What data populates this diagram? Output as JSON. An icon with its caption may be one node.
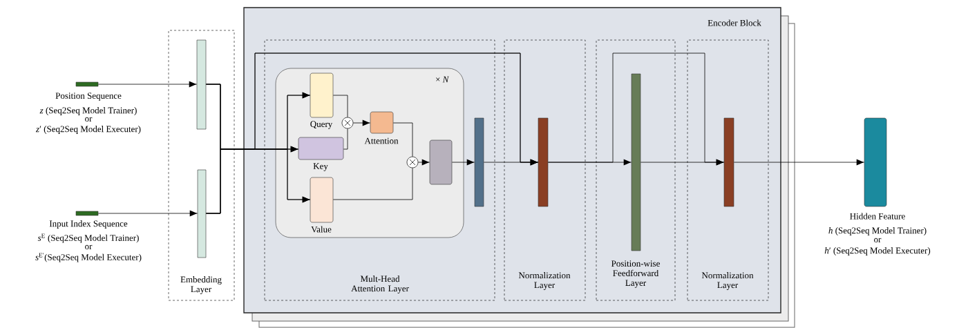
{
  "diagram": {
    "nodes": [
      {
        "text": [
          "Position Sequence",
          "*z* (Seq2Seq Model Trainer)",
          "or",
          "*z*′ (Seq2Seq Model Executer)"
        ]
      },
      {
        "text": [
          "Input Index Sequence",
          "*s*$^{E}$ (Seq2Seq Model Trainer)",
          "or",
          "*s*$^{E′}$(Seq2Seq Model Executer)"
        ]
      },
      {
        "text": [
          "Embedding Layer"
        ]
      },
      {
        "text": [],
        "shape": "bar",
        "in": 2
      },
      {
        "text": [],
        "shape": "bar",
        "in": 2
      },
      {
        "text": [
          "Encoder Block"
        ]
      },
      {
        "text": [
          "Mult-Head Attention Layer"
        ],
        "in": 5
      },
      {
        "text": [
          "× *N*"
        ],
        "in": 6
      },
      {
        "text": [
          "Query"
        ],
        "in": 7
      },
      {
        "text": [
          "Key"
        ],
        "in": 7
      },
      {
        "text": [
          "Value"
        ],
        "in": 7
      },
      {
        "text": [],
        "shape": "circle",
        "in": 7
      },
      {
        "text": [
          "Attention"
        ],
        "in": 7
      },
      {
        "text": [],
        "shape": "circle",
        "in": 7
      },
      {
        "text": [],
        "shape": "box",
        "in": 7
      },
      {
        "text": [],
        "shape": "bar",
        "in": 6
      },
      {
        "text": [
          "Normalization Layer"
        ],
        "in": 5
      },
      {
        "text": [],
        "shape": "bar",
        "in": 16
      },
      {
        "text": [
          "Position-wise Feedforward Layer"
        ],
        "in": 5
      },
      {
        "text": [],
        "shape": "bar",
        "in": 18
      },
      {
        "text": [
          "Normalization Layer"
        ],
        "in": 5
      },
      {
        "text": [],
        "shape": "bar",
        "in": 20
      },
      {
        "text": [
          "Hidden Feature",
          "*h* (Seq2Seq Model Trainer)",
          "or",
          "*h*′ (Seq2Seq Model Executer)"
        ]
      }
    ],
    "edges": [
      {
        "from": 0,
        "to": 3,
        "arrow": "to"
      },
      {
        "from": 1,
        "to": 4,
        "arrow": "to"
      },
      {
        "from": 3,
        "to": 9,
        "arrow": "to"
      },
      {
        "from": 4,
        "to": 9,
        "arrow": "to"
      },
      {
        "from": 3,
        "to": 8,
        "arrow": "to"
      },
      {
        "from": 4,
        "to": 8,
        "arrow": "to"
      },
      {
        "from": 3,
        "to": 10,
        "arrow": "to"
      },
      {
        "from": 4,
        "to": 10,
        "arrow": "to"
      },
      {
        "from": 3,
        "to": 17,
        "arrow": "to"
      },
      {
        "from": 4,
        "to": 17,
        "arrow": "to"
      },
      {
        "from": 8,
        "to": 11,
        "arrow": "none"
      },
      {
        "from": 9,
        "to": 11,
        "arrow": "none"
      },
      {
        "from": 11,
        "to": 12,
        "arrow": "to"
      },
      {
        "from": 12,
        "to": 13,
        "arrow": "none"
      },
      {
        "from": 10,
        "to": 13,
        "arrow": "none"
      },
      {
        "from": 13,
        "to": 14,
        "arrow": "to"
      },
      {
        "from": 14,
        "to": 15,
        "arrow": "to"
      },
      {
        "from": 15,
        "to": 17,
        "arrow": "to"
      },
      {
        "from": 17,
        "to": 19,
        "arrow": "to"
      },
      {
        "from": 17,
        "to": 21,
        "arrow": "to"
      },
      {
        "from": 19,
        "to": 21,
        "arrow": "to"
      },
      {
        "from": 21,
        "to": 22,
        "arrow": "to"
      }
    ]
  }
}
